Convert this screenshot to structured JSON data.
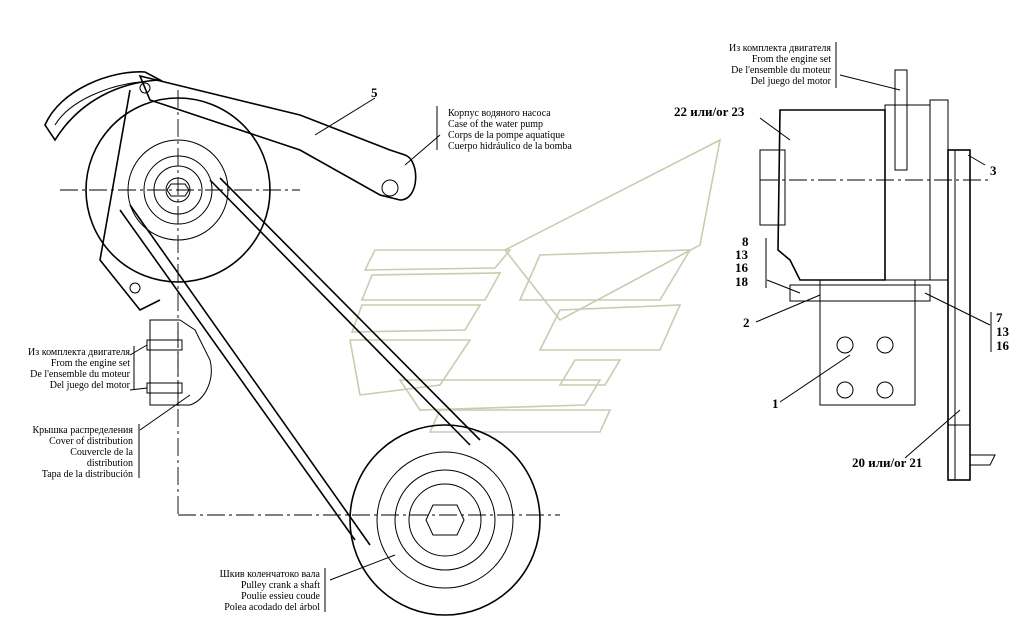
{
  "labels": {
    "water_pump": [
      "Корпус водяного насоса",
      "Case of the water pump",
      "Corps de la pompe aquatique",
      "Cuerpo hidráulico de la bomba"
    ],
    "engine_set_left": [
      "Из комплекта двигателя",
      "From the engine set",
      "De l'ensemble du moteur",
      "Del juego del motor"
    ],
    "engine_set_top": [
      "Из комплекта двигателя",
      "From the engine set",
      "De l'ensemble du moteur",
      "Del juego del motor"
    ],
    "distribution_cover": [
      "Крышка распределения",
      "Cover of distribution",
      "Couvercle de la",
      "distribution",
      "Tapa de la distribución"
    ],
    "crank_pulley": [
      "Шкив коленчатоко вала",
      "Pulley crank a shaft",
      "Poulie essieu coude",
      "Polea acodado del árbol"
    ]
  },
  "callouts": {
    "c5": "5",
    "c22": "22 или/or 23",
    "c3": "3",
    "c8": "8",
    "c13a": "13",
    "c16a": "16",
    "c18": "18",
    "c2": "2",
    "c7": "7",
    "c13b": "13",
    "c16b": "16",
    "c1": "1",
    "c20": "20 или/or 21"
  }
}
